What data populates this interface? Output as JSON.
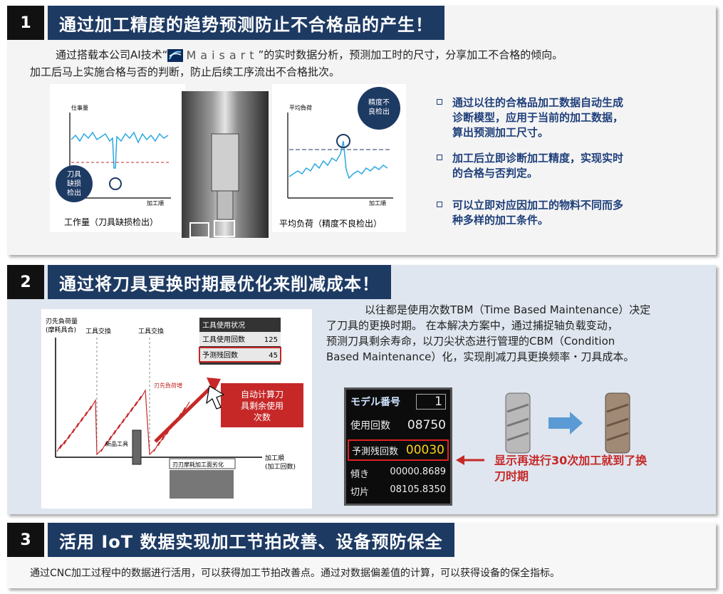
{
  "sec1": {
    "num": "1",
    "title": "通过加工精度的趋势预测防止不合格品的产生！",
    "para_pre": "通过搭载本公司AI技术“",
    "brand": "Maisart",
    "para_post": "”的实时数据分析，预测加工时的尺寸，分享加工不合格的倾向。",
    "para2": "加工后马上实施合格与否的判断，防止后续工序流出不合格批次。",
    "chart_left": {
      "ylabel": "仕事量",
      "xlabel": "加工順",
      "callout": [
        "刀具",
        "缺损",
        "检出"
      ],
      "caption": "工作量（刀具缺损检出）"
    },
    "chart_right": {
      "ylabel": "平均負荷",
      "xlabel": "加工順",
      "callout": [
        "精度不",
        "良检出"
      ],
      "caption": "平均负荷（精度不良检出）"
    },
    "bullets": [
      [
        "通过以往的合格品加工数据自动生成",
        "诊断模型，应用于当前的加工数据，",
        "算出预测加工尺寸。"
      ],
      [
        "加工后立即诊断加工精度，实现实时",
        "的合格与否判定。"
      ],
      [
        "可以立即对应因加工的物料不同而多",
        "种多样的加工条件。"
      ]
    ]
  },
  "sec2": {
    "num": "2",
    "title": "通过将刀具更换时期最优化来削减成本！",
    "chart": {
      "ylabel1": "刃先負荷量",
      "ylabel2": "(摩耗具合)",
      "change1": "工具交換",
      "change2": "工具交換",
      "xlabel1": "加工順",
      "xlabel2": "(加工回数)",
      "load_label": "刃先負荷増",
      "new_tool": "新品工具",
      "wear_caption": "刃刃摩耗加工面劣化",
      "status_title": "工具使用状况",
      "use_label": "工具使用回数",
      "use_value": "125",
      "remain_label": "予测残回数",
      "remain_value": "45",
      "auto_calc": [
        "自动计算刀",
        "具剩余使用",
        "次数"
      ]
    },
    "para": [
      "以往都是使用次数TBM（Time Based Maintenance）决定",
      "了刀具的更换时期。 在本解决方案中，通过捕捉轴负载变动，",
      "预测刀具剩余寿命，以刀尖状态进行管理的CBM（Condition",
      "Based Maintenance）化，实现削减刀具更换频率・刀具成本。"
    ],
    "screen": {
      "model_label": "モデル番号",
      "model_value": "1",
      "use_label": "使用回数",
      "use_value": "08750",
      "remain_label": "予測残回数",
      "remain_value": "00030",
      "slope_label": "傾き",
      "slope_value": "00000.8689",
      "intercept_label": "切片",
      "intercept_value": "08105.8350"
    },
    "note": [
      "显示再进行30次加工就到了换",
      "刀时期"
    ]
  },
  "sec3": {
    "num": "3",
    "title": "活用 IoT 数据实现加工节拍改善、设备预防保全",
    "para": "通过CNC加工过程中的数据进行活用，可以获得加工节拍改善点。通过对数据偏差值的计算，可以获得设备的保全指标。"
  },
  "colors": {
    "header": "#1d3a63",
    "accent_red": "#c62828",
    "chart_blue": "#2aa8e0",
    "bullet_text": "#1f3f7a"
  }
}
